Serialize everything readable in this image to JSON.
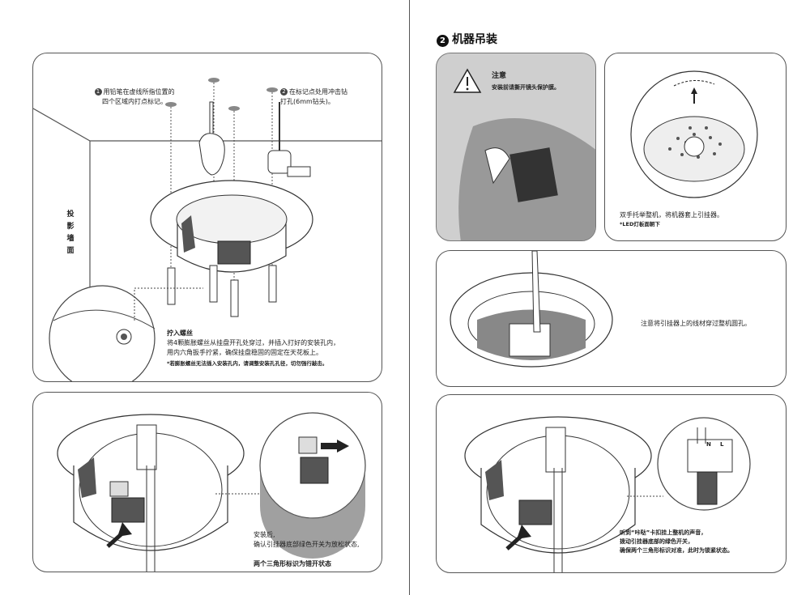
{
  "left_page": {
    "side_label": "投\n影\n墙\n面",
    "step1": {
      "num": "1",
      "text": "用铅笔在虚线所指位置的\n四个区域内打点标记。"
    },
    "step2": {
      "num": "2",
      "text": "在标记点处用冲击钻\n打孔(6mm钻头)。"
    },
    "screws": {
      "title": "拧入螺丝",
      "body": "将4颗膨胀螺丝从挂盘开孔处穿过，并插入打好的安装孔内，\n用内六角扳手拧紧，确保挂盘稳固的固定在天花板上。",
      "note": "*若膨胀螺丝无法插入安装孔内，请调整安装孔孔径，切勿强行敲击。"
    },
    "switch": {
      "text": "安装后,\n确认引挂器底部绿色开关为放松状态,",
      "bold": "两个三角形标识为错开状态"
    }
  },
  "right_page": {
    "section": {
      "num": "2",
      "title": "机器吊装"
    },
    "notice": {
      "title": "注意",
      "text": "安装前请撕开镜头保护膜。"
    },
    "lift": {
      "text": "双手托举整机，将机器套上引挂器。",
      "note": "*LED灯板面朝下"
    },
    "wire": {
      "text": "注意将引挂器上的线材穿过整机圆孔。"
    },
    "lock": {
      "text": "听到“咔哒”卡扣挂上整机的声音，\n拨动引挂器底部的绿色开关，\n确保两个三角形标识对准，此时为锁紧状态。"
    },
    "labels": {
      "n": "N",
      "l": "L"
    }
  }
}
